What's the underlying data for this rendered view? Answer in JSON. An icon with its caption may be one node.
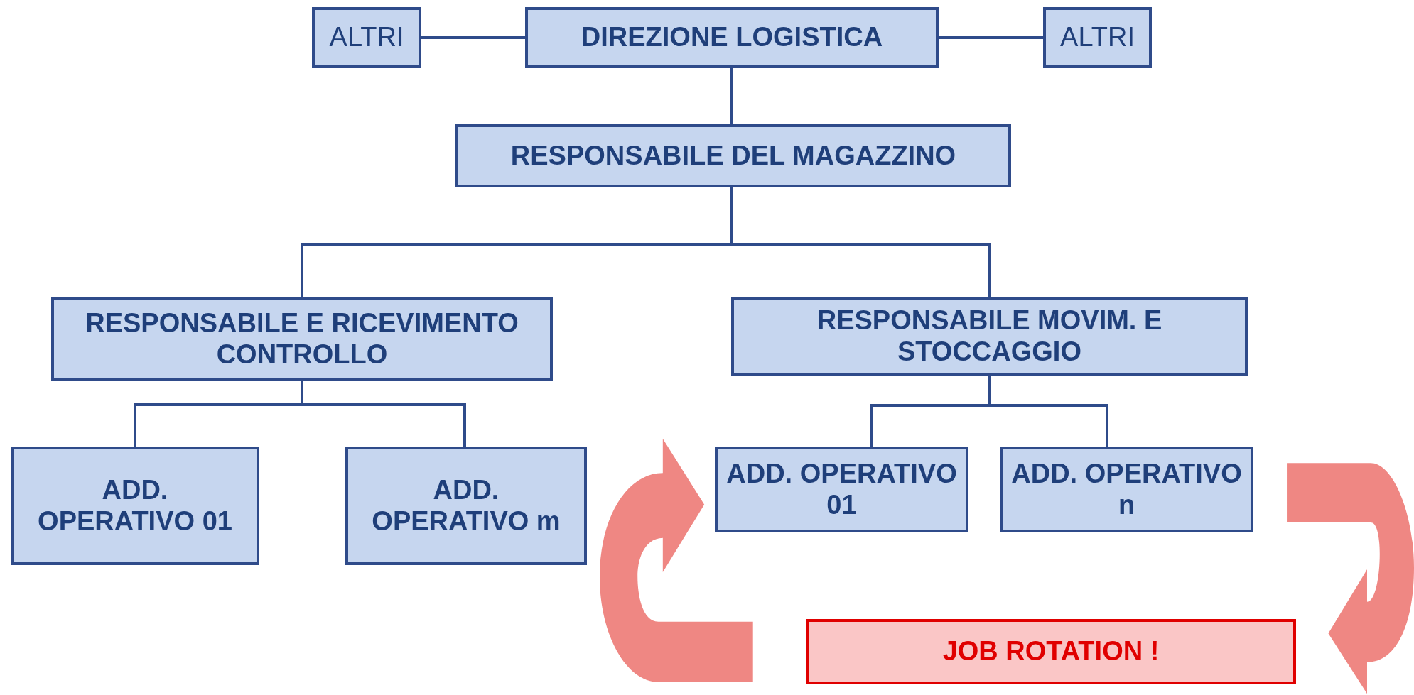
{
  "diagram": {
    "nodes": [
      {
        "text": [
          "ALTRI"
        ]
      },
      {
        "text": [
          "DIREZIONE LOGISTICA"
        ]
      },
      {
        "text": [
          "ALTRI"
        ]
      },
      {
        "text": [
          "RESPONSABILE DEL MAGAZZINO"
        ]
      },
      {
        "text": [
          "RESPONSABILE E RICEVIMENTO CONTROLLO"
        ]
      },
      {
        "text": [
          "RESPONSABILE MOVIM. E STOCCAGGIO"
        ]
      },
      {
        "text": [
          "ADD. OPERATIVO 01"
        ]
      },
      {
        "text": [
          "ADD. OPERATIVO m"
        ]
      },
      {
        "text": [
          "ADD. OPERATIVO 01"
        ]
      },
      {
        "text": [
          "ADD. OPERATIVO n"
        ]
      },
      {
        "text": [
          "JOB ROTATION !"
        ]
      }
    ],
    "edges": [
      {
        "from": 1,
        "to": 0,
        "arrow": "none"
      },
      {
        "from": 1,
        "to": 2,
        "arrow": "none"
      },
      {
        "from": 1,
        "to": 3,
        "arrow": "none"
      },
      {
        "from": 3,
        "to": 4,
        "arrow": "none"
      },
      {
        "from": 3,
        "to": 5,
        "arrow": "none"
      },
      {
        "from": 4,
        "to": 6,
        "arrow": "none"
      },
      {
        "from": 4,
        "to": 7,
        "arrow": "none"
      },
      {
        "from": 5,
        "to": 8,
        "arrow": "none"
      },
      {
        "from": 5,
        "to": 9,
        "arrow": "none"
      }
    ]
  }
}
